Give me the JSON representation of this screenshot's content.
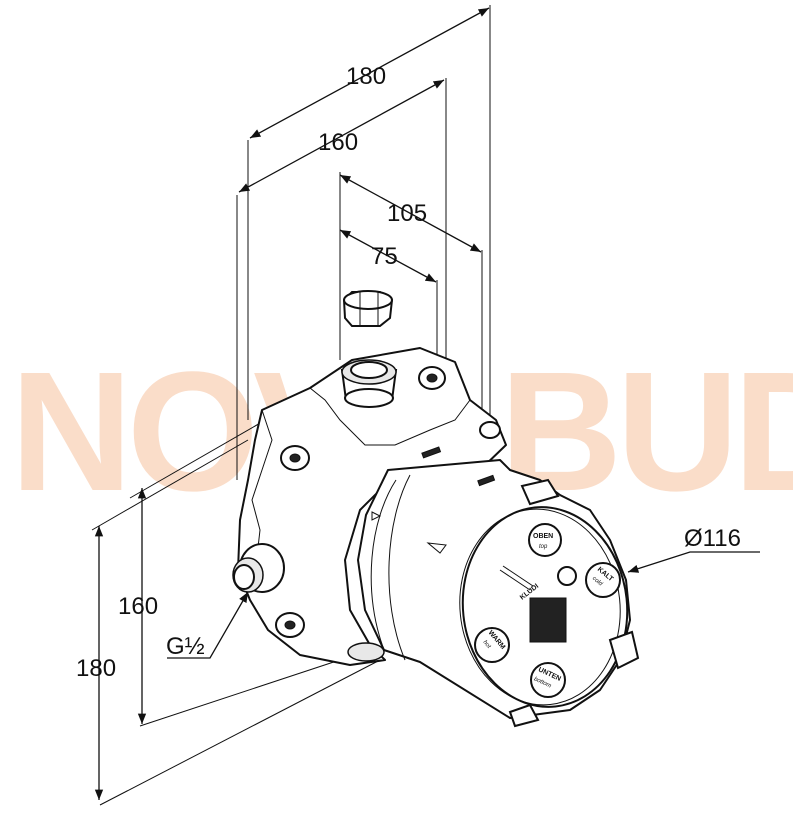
{
  "watermark": "NOVA BUD",
  "dimensions": {
    "top_width_outer": "180",
    "top_width_inner": "160",
    "depth_outer": "105",
    "depth_inner": "75",
    "height_inner": "160",
    "height_outer": "180",
    "thread": "G½",
    "diameter": "Ø116"
  },
  "faceplate": {
    "brand": "KLUDI",
    "top_label": "OBEN",
    "top_sub": "top",
    "cold_label": "KALT",
    "cold_sub": "cold",
    "warm_label": "WARM",
    "warm_sub": "hot",
    "bottom_label": "UNTEN",
    "bottom_sub": "bottom"
  }
}
